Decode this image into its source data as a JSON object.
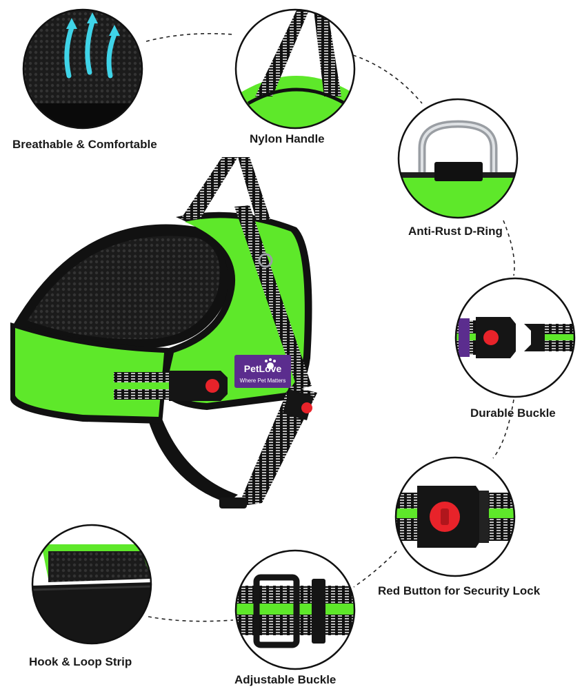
{
  "brand": {
    "name": "PetLove",
    "tagline": "Where Pet Matters"
  },
  "features": [
    {
      "label": "Breathable & Comfortable",
      "icon": "breathable-mesh-icon"
    },
    {
      "label": "Nylon Handle",
      "icon": "nylon-handle-icon"
    },
    {
      "label": "Anti-Rust D-Ring",
      "icon": "d-ring-icon"
    },
    {
      "label": "Durable Buckle",
      "icon": "buckle-icon"
    },
    {
      "label": "Red Button for Security Lock",
      "icon": "security-lock-icon"
    },
    {
      "label": "Adjustable Buckle",
      "icon": "adjustable-buckle-icon"
    },
    {
      "label": "Hook & Loop Strip",
      "icon": "hook-loop-icon"
    }
  ],
  "colors": {
    "harness_green": "#5ee82a",
    "strap_black": "#111111",
    "accent_red": "#e8232a",
    "brand_purple": "#5b2d8e"
  }
}
